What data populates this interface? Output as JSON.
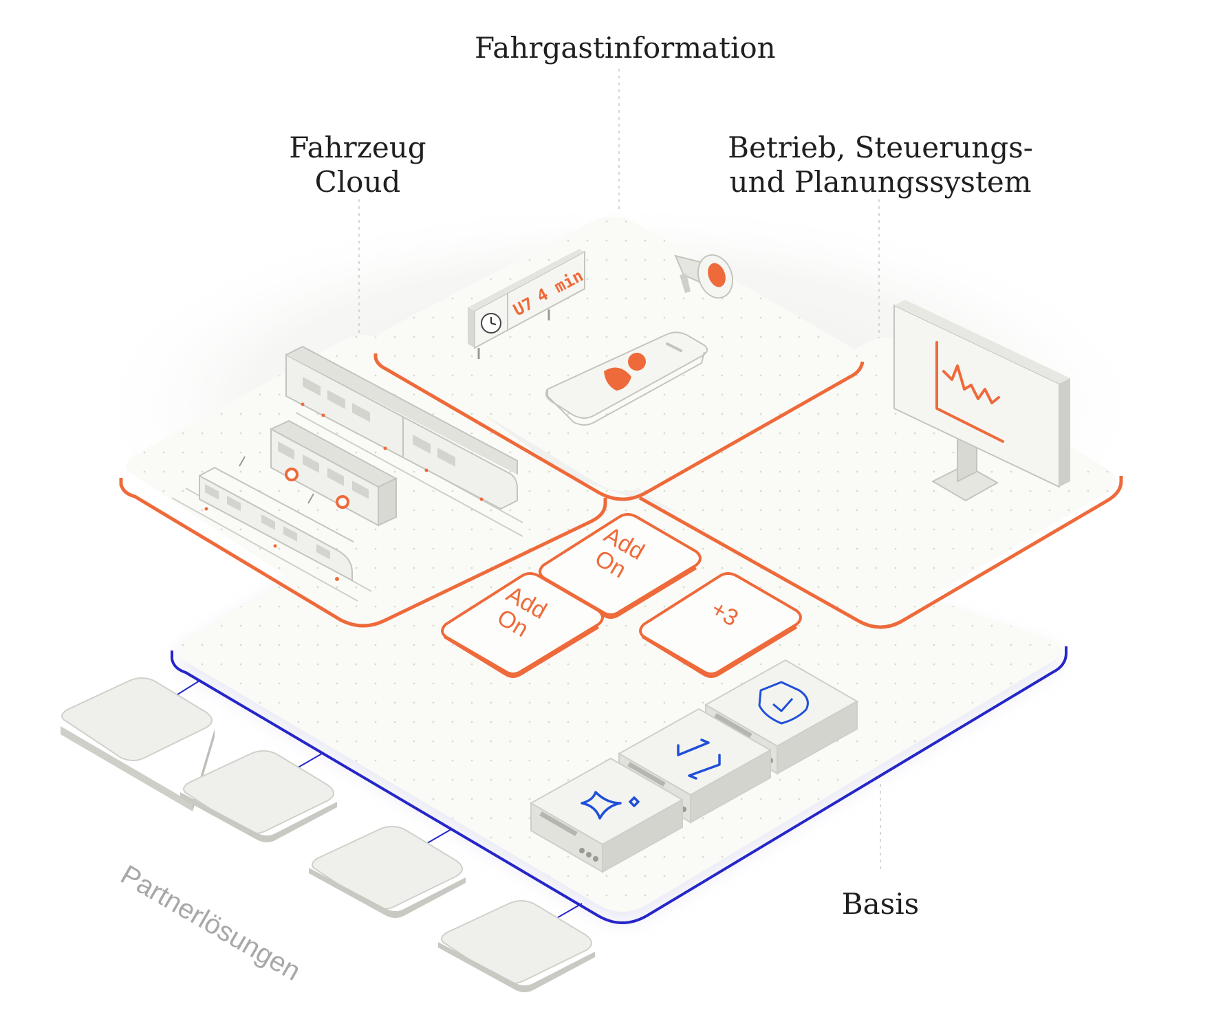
{
  "labels": {
    "fahrgastinformation": "Fahrgastinformation",
    "fahrzeug_cloud": [
      "Fahrzeug",
      "Cloud"
    ],
    "betrieb": [
      "Betrieb, Steuerungs-",
      "und Planungssystem"
    ],
    "basis": "Basis",
    "partner": "Partnerlösungen"
  },
  "tiles": {
    "addon": [
      "Add",
      "On"
    ],
    "plus": "+3"
  },
  "display_board": {
    "line": "U7",
    "time": "4 min"
  },
  "icons": {
    "clock": "clock-icon",
    "megaphone": "megaphone-icon",
    "user": "user-icon",
    "chart": "line-chart-icon",
    "shield": "shield-check-icon",
    "transfer": "transfer-arrows-icon",
    "sparkle": "sparkle-icon",
    "train": "train-icon",
    "bus": "bus-icon",
    "tram": "tram-icon"
  },
  "colors": {
    "accent": "#ee6a3a",
    "basis_edge": "#2626c8",
    "icon_blue": "#1f4fd8",
    "platform_top": "#fafaf7",
    "device_grey": "#e6e6e1",
    "label_grey": "#a8a8a8"
  }
}
